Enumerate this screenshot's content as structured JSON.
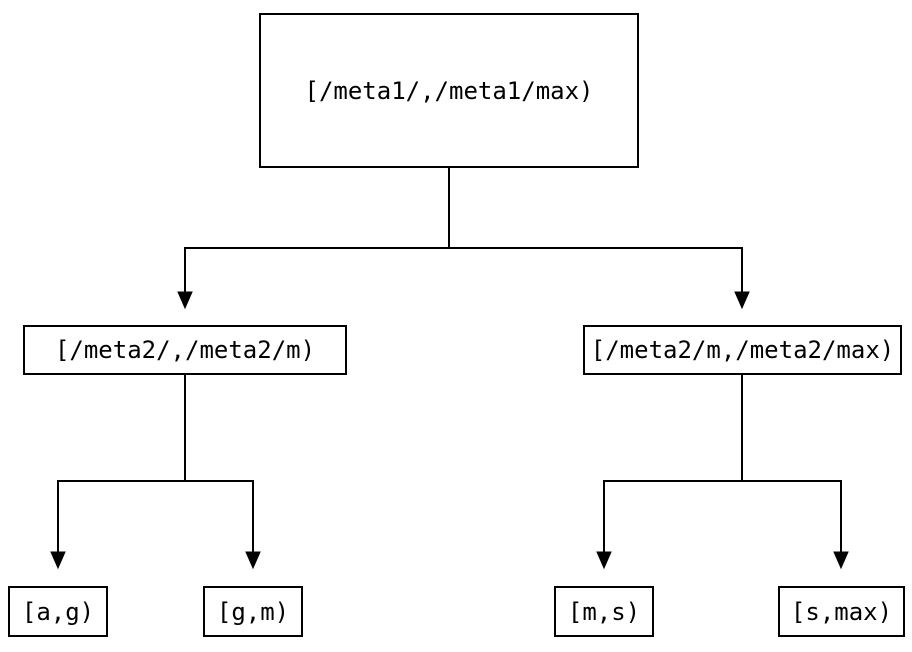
{
  "diagram": {
    "type": "tree",
    "background_color": "#ffffff",
    "line_color": "#000000",
    "text_color": "#000000",
    "nodes": {
      "root": {
        "label": "[/meta1/,/meta1/max)"
      },
      "left": {
        "label": "[/meta2/,/meta2/m)"
      },
      "right": {
        "label": "[/meta2/m,/meta2/max)"
      },
      "leaf1": {
        "label": "[a,g)"
      },
      "leaf2": {
        "label": "[g,m)"
      },
      "leaf3": {
        "label": "[m,s)"
      },
      "leaf4": {
        "label": "[s,max)"
      }
    },
    "edges": [
      {
        "from": "[/meta1/,/meta1/max)",
        "to": "[/meta2/,/meta2/m)"
      },
      {
        "from": "[/meta1/,/meta1/max)",
        "to": "[/meta2/m,/meta2/max)"
      },
      {
        "from": "[/meta2/,/meta2/m)",
        "to": "[a,g)"
      },
      {
        "from": "[/meta2/,/meta2/m)",
        "to": "[g,m)"
      },
      {
        "from": "[/meta2/m,/meta2/max)",
        "to": "[m,s)"
      },
      {
        "from": "[/meta2/m,/meta2/max)",
        "to": "[s,max)"
      }
    ]
  }
}
